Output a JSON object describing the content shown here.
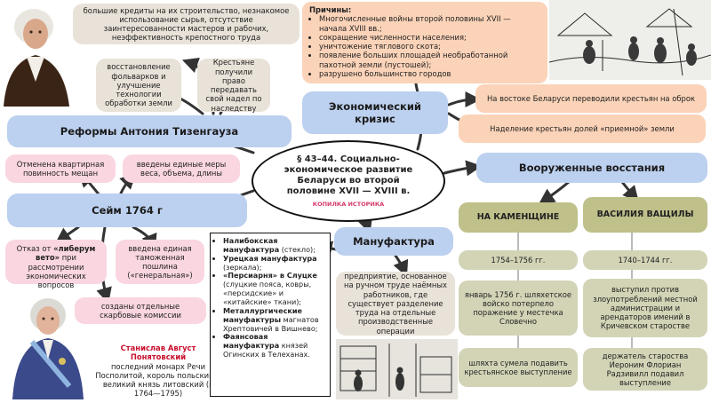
{
  "center": {
    "title": "§ 43–44. Социально-экономическое развитие Беларуси во второй половине XVII — XVIII в.",
    "brand": "КОПИЛКА ИСТОРИКА"
  },
  "tizengauz": {
    "heading": "Реформы Антония Тизенгауза",
    "top_note": "большие кредиты на их строительство, незнакомое использование сырья, отсутствие заинтересованности мастеров и рабочих, неэффективность крепостного труда",
    "folwarks": "восстановление фольварков и улучшение технологии обработки земли",
    "peasants": "Крестьяне получили право передавать свой надел по наследству"
  },
  "crisis": {
    "heading": "Экономический кризис",
    "causes_title": "Причины:",
    "causes": [
      "Многочисленные войны второй половины XVII — начала XVIII вв.;",
      "сокращение численности населения;",
      "уничтожение тяглового скота;",
      "появление больших площадей необработанной пахотной земли (пустошей);",
      "разрушено большинство городов"
    ],
    "east": "На востоке Беларуси переводили крестьян на оброк",
    "allot": "Наделение крестьян долей «приемной» земли"
  },
  "sejm": {
    "heading": "Сейм 1764 г",
    "housing": "Отменена квартирная повинность мещан",
    "measures": "введены единые меры веса, объема, длины",
    "veto_prefix": "Отказ от",
    "veto_bold": "«либерум вето»",
    "veto_suffix": "при рассмотрении экономических вопросов",
    "customs": "введена единая таможенная пошлина («генеральная»)",
    "treasury": "созданы отдельные скарбовые комиссии"
  },
  "king": {
    "name": "Станислав Август Понятовский",
    "desc": "последний монарх Речи Посполитой, король польский и великий князь литовский (в 1764—1795)"
  },
  "manufactory": {
    "heading": "Мануфактура",
    "definition": "предприятие, основанное на ручном труде наёмных работников, где существует разделение труда на отдельные производственные операции",
    "list": [
      {
        "bold": "Налибокская мануфактура",
        "text": " (стекло);"
      },
      {
        "bold": "Урецкая мануфактура",
        "text": " (зеркала);"
      },
      {
        "bold": "«Персиарня» в Слуцке",
        "text": " (слуцкие пояса, ковры, «персидские» и «китайские» ткани);"
      },
      {
        "bold": "Металлургические мануфактуры",
        "text": " магнатов Хрептовичей в Вишнево;"
      },
      {
        "bold": "Фаянсовая мануфактура",
        "text": " князей Огинских в Телеханах."
      }
    ]
  },
  "uprisings": {
    "heading": "Вооруженные восстания",
    "kamenshchina": {
      "title": "НА КАМЕНЩИНЕ",
      "years": "1754–1756 гг.",
      "event": "январь 1756 г. шляхетское войско потерпело поражение у местечка Словечно",
      "result": "шляхта сумела подавить крестьянское выступление"
    },
    "vashchila": {
      "title": "ВАСИЛИЯ ВАЩИЛЫ",
      "years": "1740–1744 гг.",
      "event": "выступил против злоупотреблений местной администрации и арендаторов имений в Кричевском старостве",
      "result": "держатель староства Иероним Флориан Радзивилл подавил выступление"
    }
  }
}
